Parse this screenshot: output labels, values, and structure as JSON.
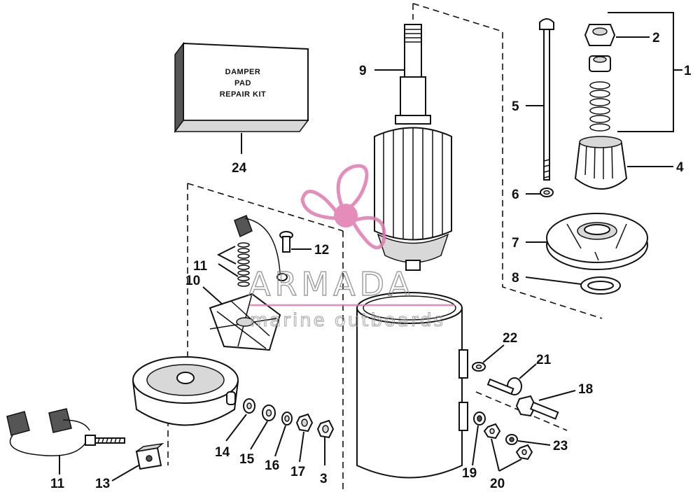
{
  "kit_box": {
    "line1": "DAMPER",
    "line2": "PAD",
    "line3": "REPAIR KIT"
  },
  "watermark": {
    "brand": "ARMADA",
    "tagline": "marine outboards"
  },
  "callouts": {
    "c1": "1",
    "c2": "2",
    "c3": "3",
    "c4": "4",
    "c5": "5",
    "c6": "6",
    "c7": "7",
    "c8": "8",
    "c9": "9",
    "c10": "10",
    "c11a": "11",
    "c11b": "11",
    "c12": "12",
    "c13": "13",
    "c14": "14",
    "c15": "15",
    "c16": "16",
    "c17": "17",
    "c18": "18",
    "c19": "19",
    "c20": "20",
    "c21": "21",
    "c22": "22",
    "c23": "23",
    "c24": "24"
  },
  "colors": {
    "ink": "#111111",
    "watermark_pink": "#e07ab0",
    "watermark_gray": "#8a8a8a"
  }
}
